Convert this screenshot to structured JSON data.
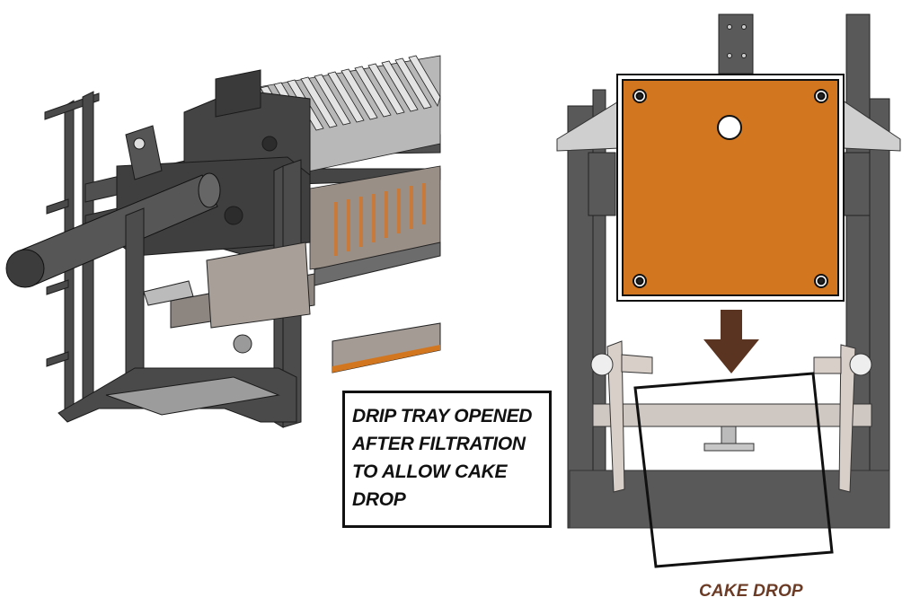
{
  "caption": {
    "lines": [
      "DRIP TRAY OPENED",
      "AFTER FILTRATION",
      "TO ALLOW CAKE",
      "DROP"
    ]
  },
  "cake_drop_label": "CAKE DROP",
  "colors": {
    "frame": "#5a5a5a",
    "frame_dark": "#3b3b3b",
    "plate": "#d2761f",
    "arrow": "#5a3420",
    "tray": "#cfc7c2",
    "label": "#6b3b26",
    "outline": "#111111"
  },
  "icons": {
    "down_arrow": "down-arrow-icon"
  }
}
